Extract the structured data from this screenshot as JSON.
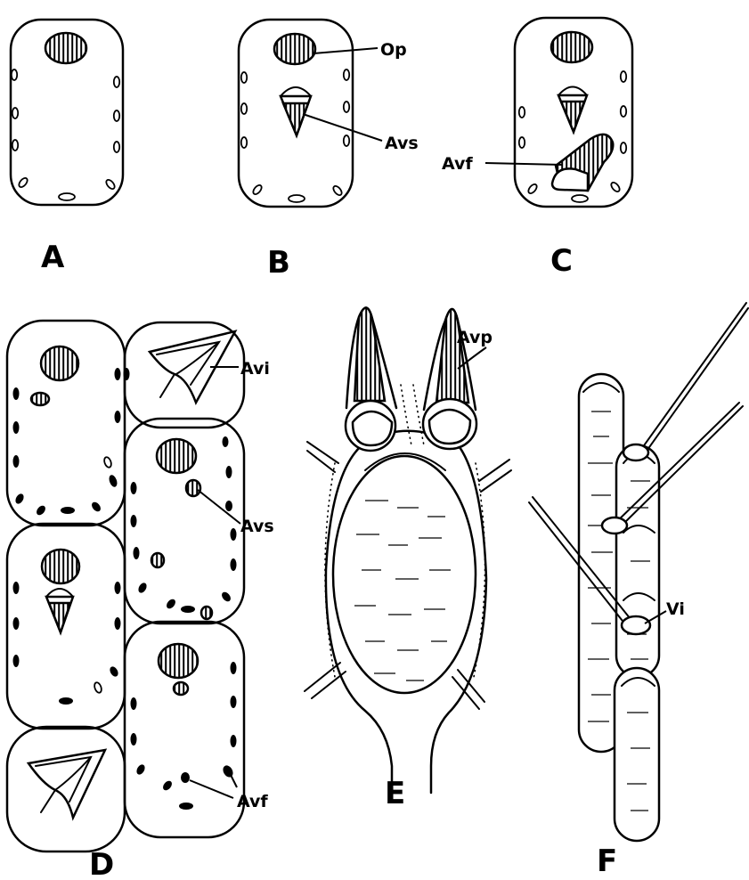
{
  "panels": {
    "a": "A",
    "b": "B",
    "c": "C",
    "d": "D",
    "e": "E",
    "f": "F"
  },
  "labels": {
    "op": "Op",
    "avs_b": "Avs",
    "avf_c": "Avf",
    "avi": "Avi",
    "avs_d": "Avs",
    "avf_d": "Avf",
    "avp": "Avp",
    "vi": "Vi"
  }
}
